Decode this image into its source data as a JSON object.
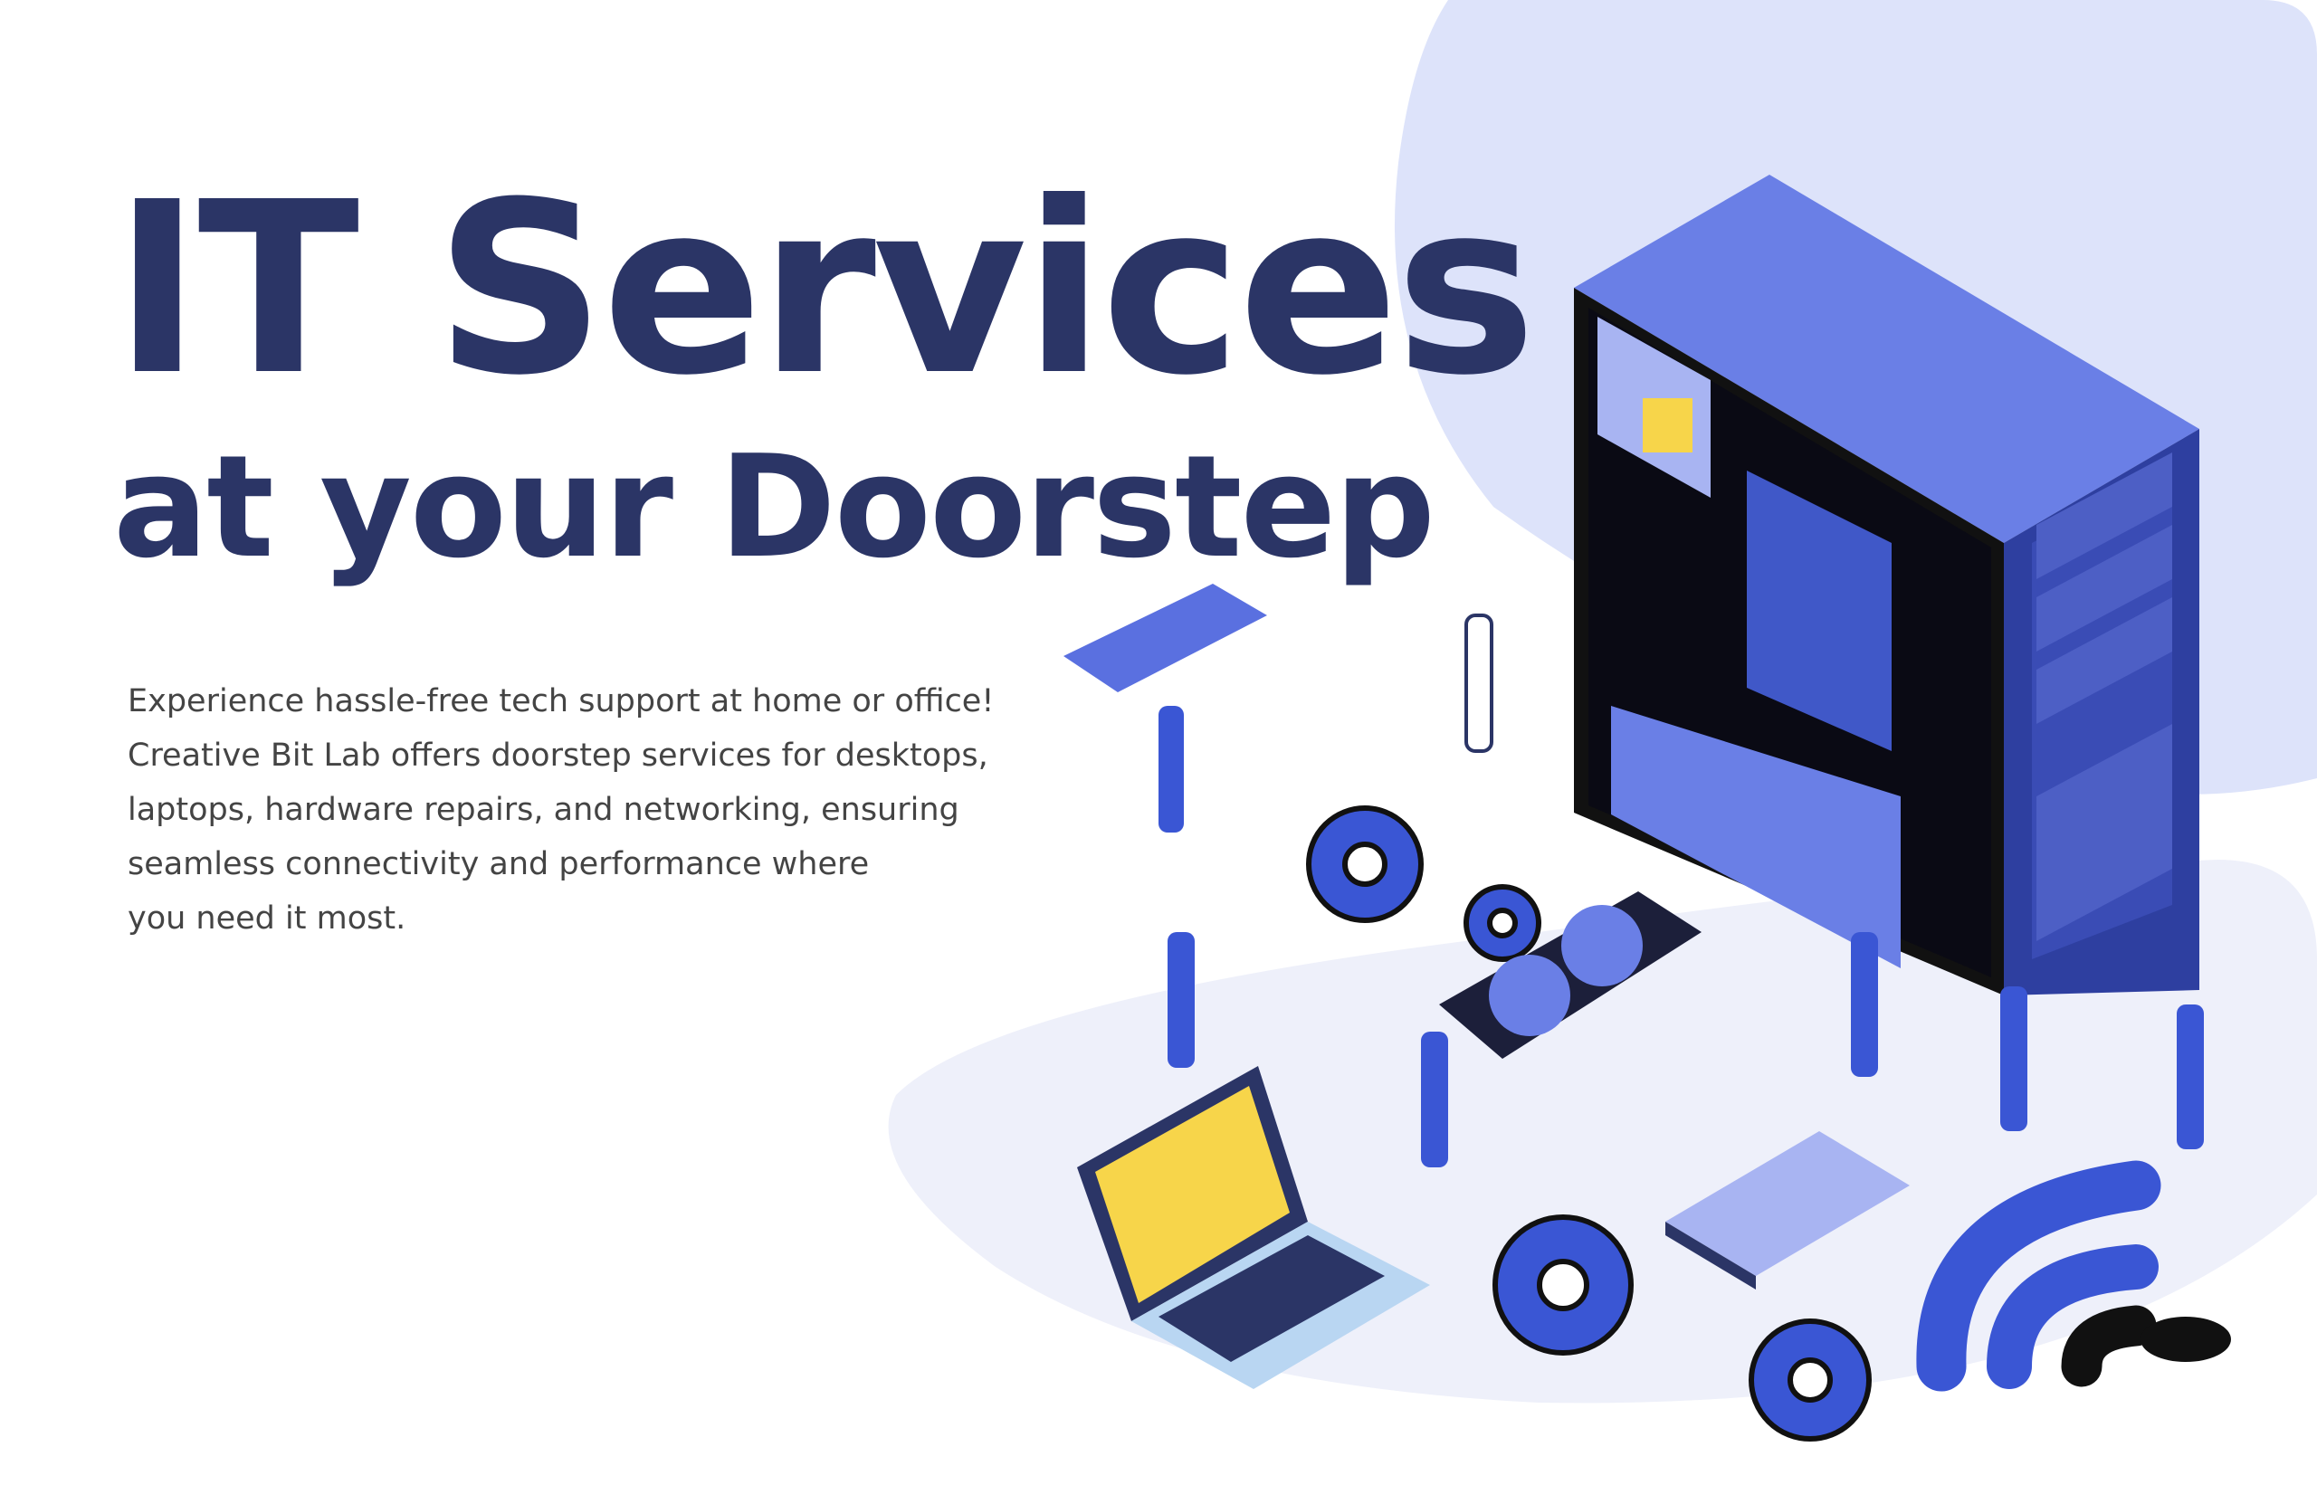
{
  "hero": {
    "title_line1": "IT Services",
    "title_line2": "at your Doorstep",
    "description_lines": [
      "Experience hassle-free tech support at home or office!",
      "Creative Bit Lab offers doorstep services for desktops,",
      "laptops, hardware repairs, and networking, ensuring",
      "seamless connectivity and performance where",
      "you need it most."
    ]
  },
  "colors": {
    "title": "#2b3566",
    "accent": "#6a7fe6",
    "blob": "#dde3fa",
    "floor": "#eef0fa",
    "yellow": "#f7d54a"
  }
}
